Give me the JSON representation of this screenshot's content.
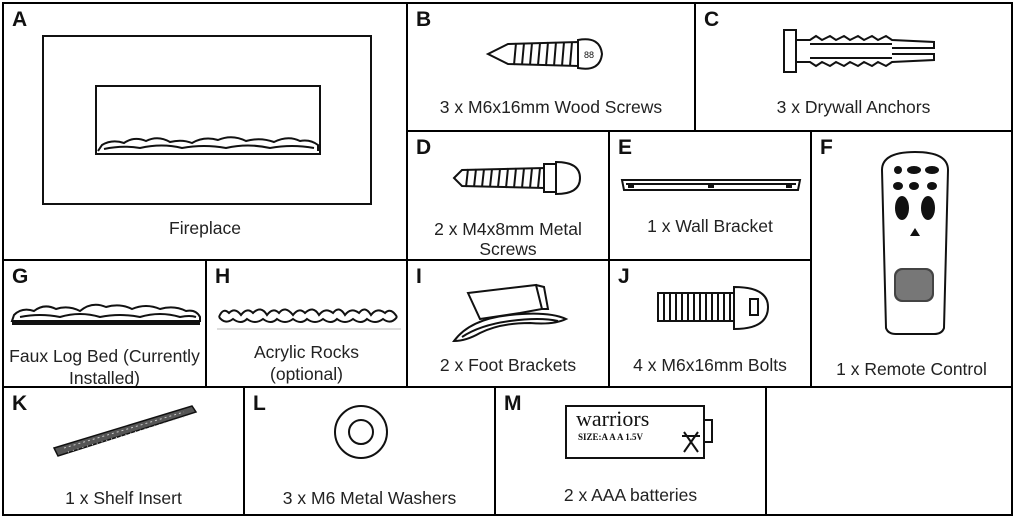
{
  "parts": [
    {
      "letter": "A",
      "label": "Fireplace",
      "icon": "fireplace-icon"
    },
    {
      "letter": "B",
      "label": "3 x M6x16mm Wood Screws",
      "icon": "wood-screw-icon"
    },
    {
      "letter": "C",
      "label": "3 x Drywall Anchors",
      "icon": "drywall-anchor-icon"
    },
    {
      "letter": "D",
      "label": "2 x M4x8mm Metal Screws",
      "icon": "metal-screw-icon"
    },
    {
      "letter": "E",
      "label": "1 x Wall Bracket",
      "icon": "wall-bracket-icon"
    },
    {
      "letter": "F",
      "label": "1 x Remote Control",
      "icon": "remote-control-icon"
    },
    {
      "letter": "G",
      "label": "Faux Log Bed (Currently Installed)",
      "icon": "log-bed-icon"
    },
    {
      "letter": "H",
      "label": "Acrylic Rocks (optional)",
      "icon": "acrylic-rocks-icon"
    },
    {
      "letter": "I",
      "label": "2 x Foot Brackets",
      "icon": "foot-bracket-icon"
    },
    {
      "letter": "J",
      "label": "4 x M6x16mm Bolts",
      "icon": "bolt-icon"
    },
    {
      "letter": "K",
      "label": "1 x Shelf Insert",
      "icon": "shelf-insert-icon"
    },
    {
      "letter": "L",
      "label": "3 x M6 Metal Washers",
      "icon": "washer-icon"
    },
    {
      "letter": "M",
      "label": "2 x AAA batteries",
      "icon": "battery-icon"
    }
  ],
  "battery": {
    "brand": "warriors",
    "size_text": "SIZE:A A A 1.5V"
  }
}
